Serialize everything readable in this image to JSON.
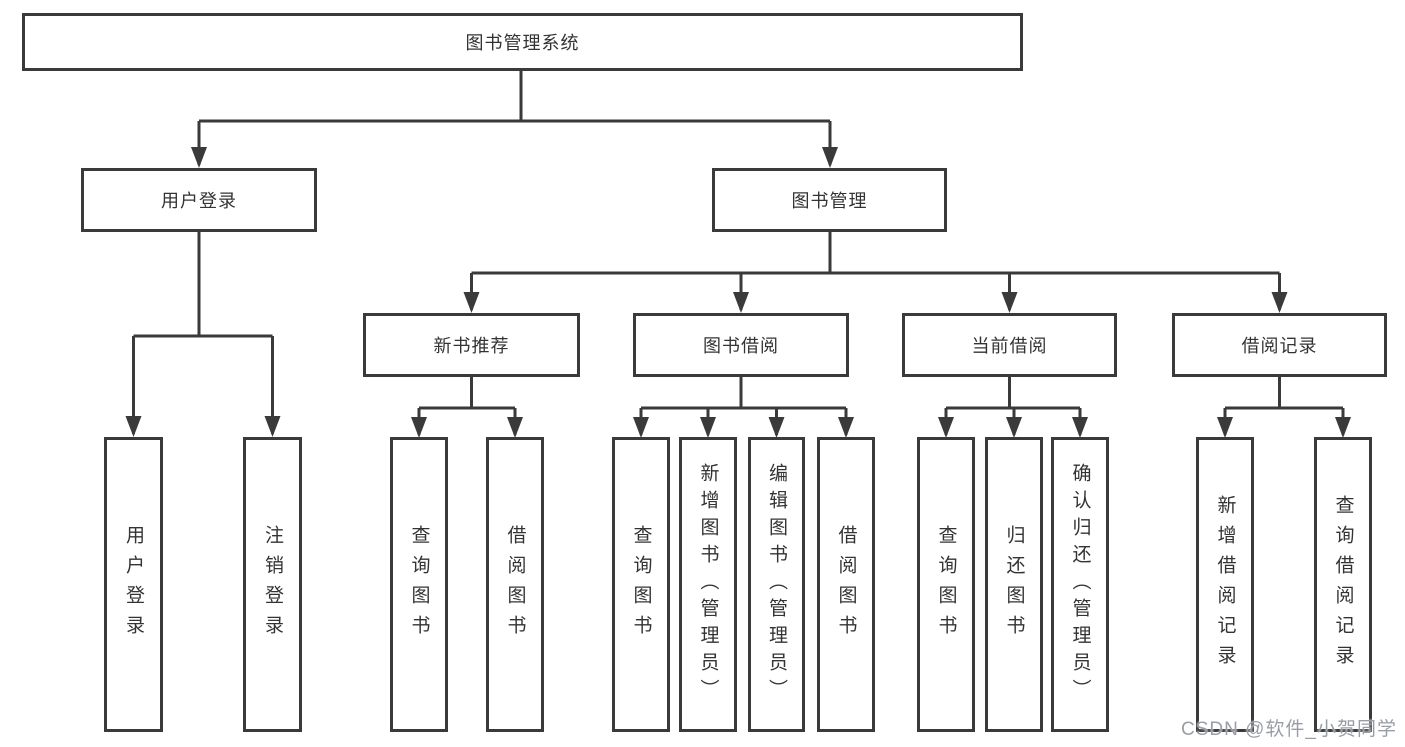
{
  "colors": {
    "line": "#3a3a3a",
    "text": "#333333",
    "background": "#ffffff",
    "watermark_color": "#999ea6"
  },
  "diagram": {
    "root": "图书管理系统",
    "level2": [
      "用户登录",
      "图书管理"
    ],
    "level3": [
      "新书推荐",
      "图书借阅",
      "当前借阅",
      "借阅记录"
    ],
    "leaves_user_login": [
      "用户登录",
      "注销登录"
    ],
    "leaves_new_books": [
      "查询图书",
      "借阅图书"
    ],
    "leaves_book_borrow": [
      "查询图书",
      "新增图书（管理员）",
      "编辑图书（管理员）",
      "借阅图书"
    ],
    "leaves_current_borrow": [
      "查询图书",
      "归还图书",
      "确认归还（管理员）"
    ],
    "leaves_borrow_records": [
      "新增借阅记录",
      "查询借阅记录"
    ]
  },
  "watermark": "CSDN @软件_小贺同学"
}
